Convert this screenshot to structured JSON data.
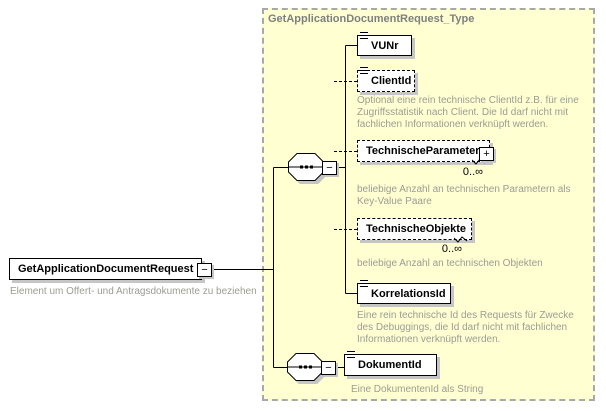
{
  "colors": {
    "type_region_background": "#ffffd2",
    "type_region_border": "#a8a8a8",
    "type_title_text": "#7f7f7f",
    "annotation_text": "#9c9c94",
    "node_border": "#000000",
    "node_background": "#ffffff",
    "shadow": "#c6c6c6"
  },
  "icons": {
    "collapse": "−",
    "expand": "+"
  },
  "root": {
    "label": "GetApplicationDocumentRequest",
    "annotation": "Element um Offert- und Antragsdokumente zu beziehen"
  },
  "type_region": {
    "title": "GetApplicationDocumentRequest_Type"
  },
  "elements": {
    "vunr": {
      "label": "VUNr"
    },
    "clientid": {
      "label": "ClientId",
      "annotation": "Optional eine rein technische ClientId z.B. für eine Zugriffsstatistik nach Client. Die Id darf nicht mit fachlichen Informationen verknüpft werden."
    },
    "technische_parameter": {
      "label": "TechnischeParameter",
      "multiplicity": "0..∞",
      "annotation": "beliebige Anzahl an technischen Parametern als Key-Value Paare"
    },
    "technische_objekte": {
      "label": "TechnischeObjekte",
      "multiplicity": "0..∞",
      "annotation": "beliebige Anzahl an technischen Objekten"
    },
    "korrelationsid": {
      "label": "KorrelationsId",
      "annotation": "Eine rein technische Id des Requests für Zwecke des Debuggings, die Id darf nicht mit fachlichen Informationen verknüpft werden."
    },
    "dokumentid": {
      "label": "DokumentId",
      "annotation": "Eine DokumentenId als String"
    }
  }
}
